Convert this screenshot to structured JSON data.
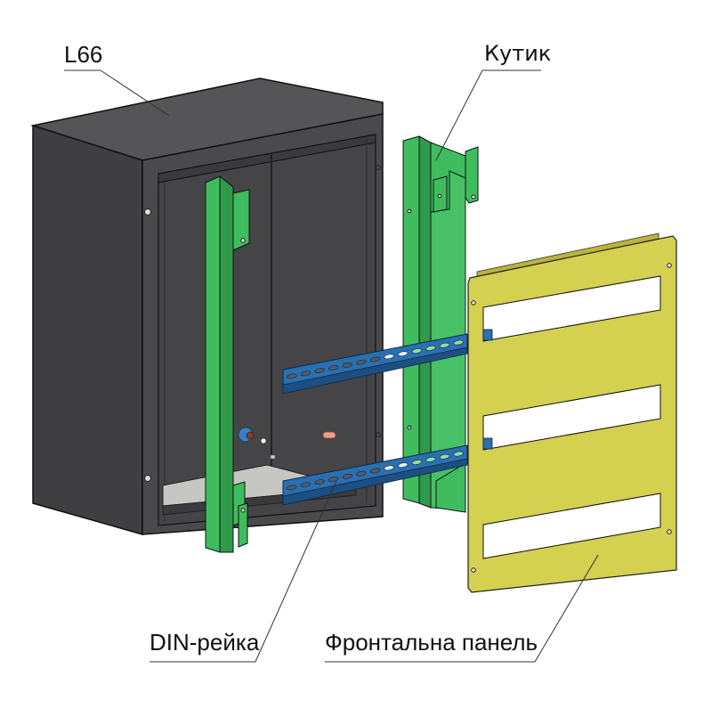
{
  "diagram": {
    "title": "Exploded view of electrical enclosure assembly",
    "labels": {
      "enclosure": "L66",
      "bracket": "Кутик",
      "din_rail": "DIN-рейка",
      "front_panel": "Фронтальна панель"
    },
    "colors": {
      "enclosure_front": "#4a4a4c",
      "enclosure_side": "#3f3f41",
      "enclosure_top": "#555557",
      "enclosure_inner": "#454547",
      "bracket_green": "#3fbd5e",
      "bracket_green_dark": "#2f9a4a",
      "din_rail_blue": "#2a6fb0",
      "din_rail_dark": "#1d4f80",
      "panel_yellow": "#d4d050",
      "panel_yellow_edge": "#b9b43a",
      "leader_line": "#333333"
    },
    "front_panel": {
      "cutouts": 3
    },
    "din_rails": {
      "count": 2
    }
  }
}
